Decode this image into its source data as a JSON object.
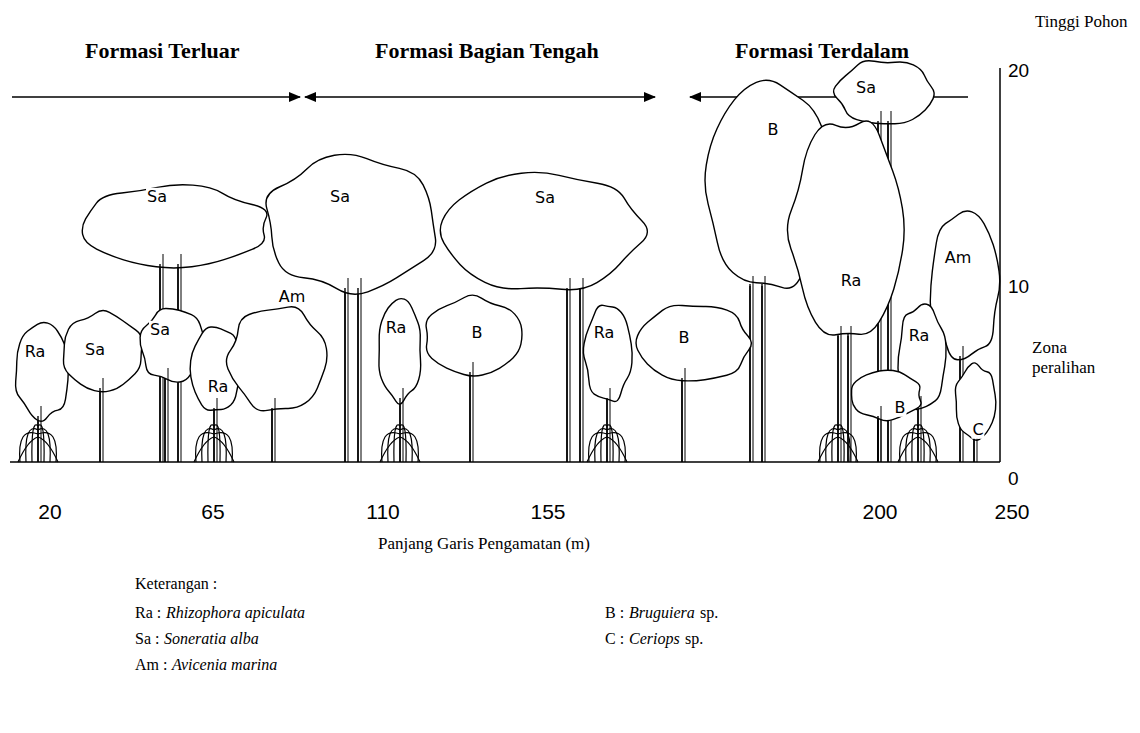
{
  "diagram": {
    "labels": [
      "Tinggi Pohon",
      "Formasi Terluar",
      "Formasi Bagian Tengah",
      "Formasi Terdalam",
      "20",
      "10",
      "0",
      "Zona peralihan",
      "Sa",
      "Ra",
      "Sa",
      "Sa",
      "Ra",
      "Am",
      "Sa",
      "Ra",
      "B",
      "Sa",
      "Ra",
      "B",
      "B",
      "Sa",
      "Ra",
      "Am",
      "Ra",
      "B",
      "C",
      "20",
      "65",
      "110",
      "155",
      "200",
      "250",
      "Panjang Garis Pengamatan (m)",
      "Keterangan :",
      "Ra :",
      "Rhizophora apiculata",
      "Sa :",
      "Soneratia alba",
      "Am :",
      "Avicenia marina",
      "B :",
      "Bruguiera",
      "sp.",
      "C :",
      "Ceriops",
      "sp."
    ]
  }
}
